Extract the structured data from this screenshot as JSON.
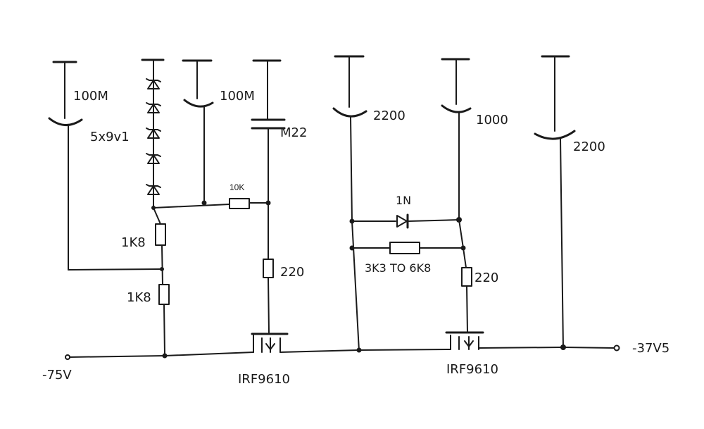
{
  "labels": {
    "c1_value": "100M",
    "zener_string": "5x9v1",
    "c2_value": "100M",
    "c3_value": "M22",
    "c4_value": "2200",
    "c5_value": "1000",
    "c6_value": "2200",
    "r_top": "10K",
    "r1_value": "1K8",
    "r2_value": "1K8",
    "r3_value": "220",
    "diode_value": "1N",
    "r4_value": "3K3 TO 6K8",
    "r5_value": "220",
    "q1_part": "IRF9610",
    "q2_part": "IRF9610",
    "input_voltage": "-75V",
    "output_voltage": "-37V5"
  }
}
